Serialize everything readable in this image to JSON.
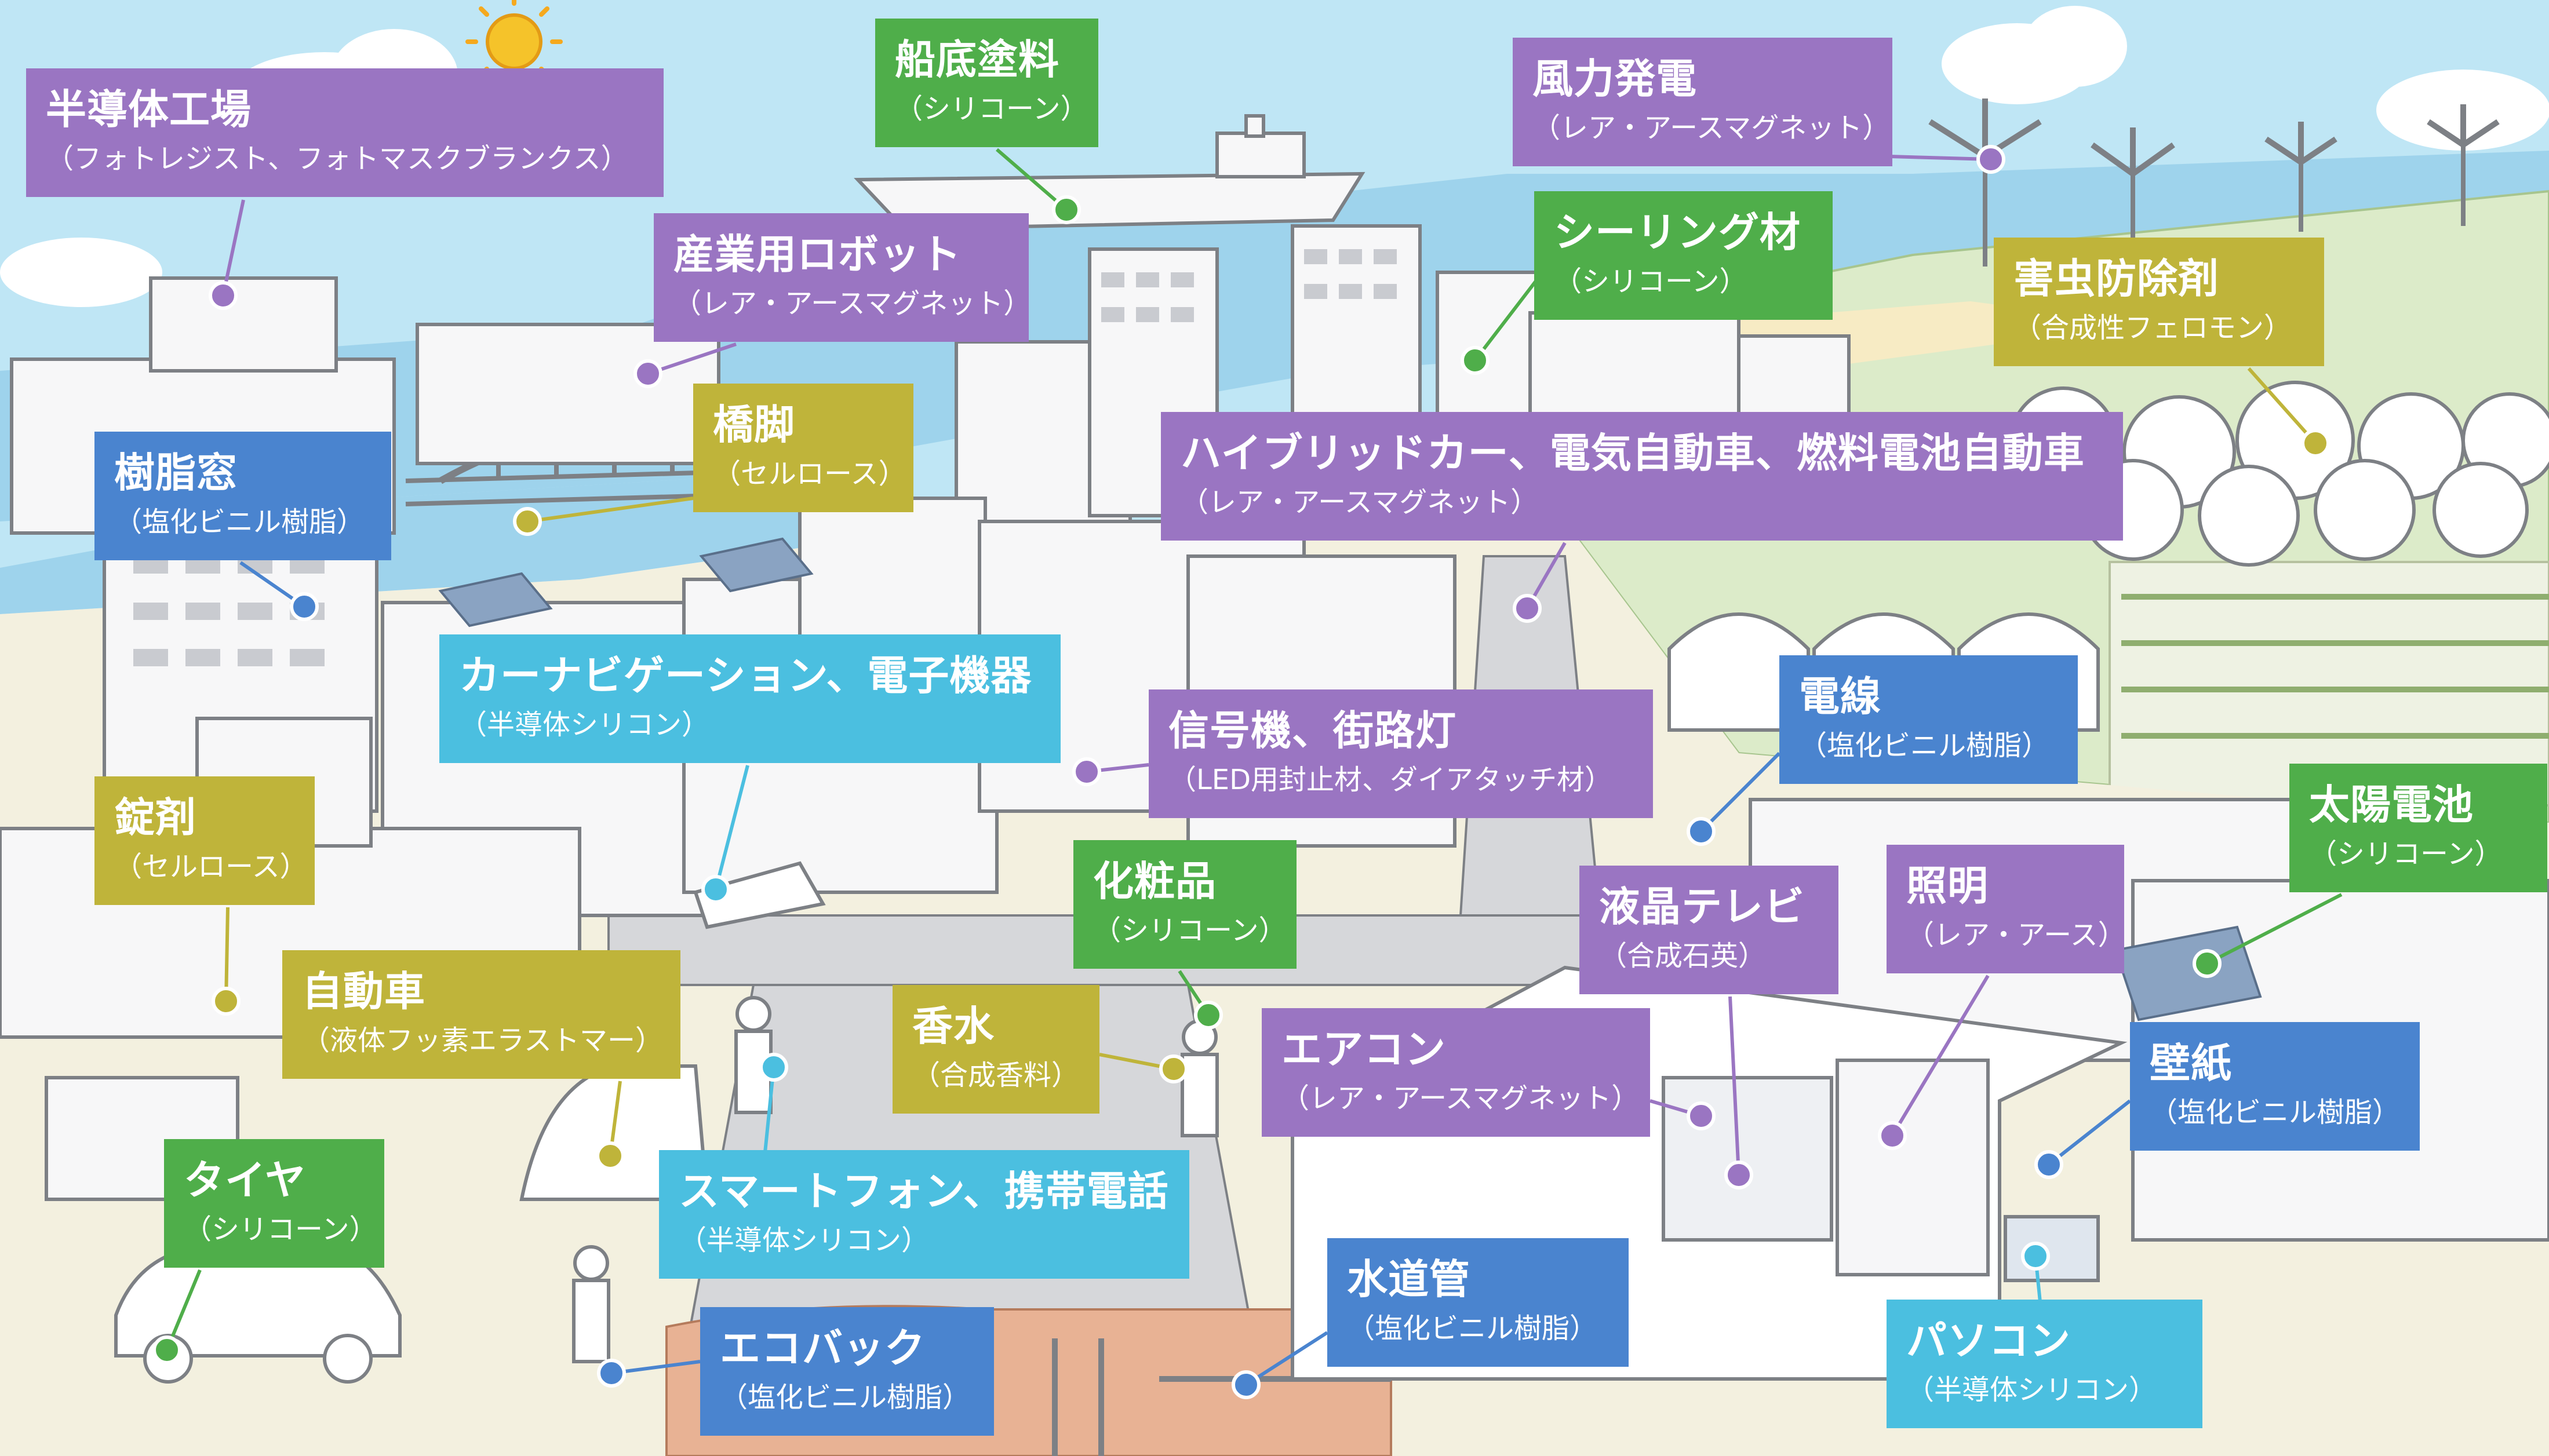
{
  "colors": {
    "sky": "#bfe6f5",
    "sea": "#9ed3ec",
    "ground": "#f3f0df",
    "sand": "#f7ebc4",
    "field": "#dcebc9",
    "road": "#d6d7da",
    "soil": "#e8b294",
    "building": "#f7f7f8",
    "outline": "#7d8085",
    "purple": "#9a75c2",
    "green": "#4fae4a",
    "olive": "#bfb43a",
    "blue": "#4a84cf",
    "cyan": "#4bbfe0",
    "sun": "#f5c32a"
  },
  "callouts": [
    {
      "id": "semiconductor-factory",
      "title": "半導体工場",
      "sub": "（フォトレジスト、フォトマスクブランクス）",
      "color": "purple"
    },
    {
      "id": "ship-bottom-paint",
      "title": "船底塗料",
      "sub": "（シリコーン）",
      "color": "green"
    },
    {
      "id": "wind-power",
      "title": "風力発電",
      "sub": "（レア・アースマグネット）",
      "color": "purple"
    },
    {
      "id": "industrial-robot",
      "title": "産業用ロボット",
      "sub": "（レア・アースマグネット）",
      "color": "purple"
    },
    {
      "id": "sealing-material",
      "title": "シーリング材",
      "sub": "（シリコーン）",
      "color": "green"
    },
    {
      "id": "pesticide",
      "title": "害虫防除剤",
      "sub": "（合成性フェロモン）",
      "color": "olive"
    },
    {
      "id": "bridge-pier",
      "title": "橋脚",
      "sub": "（セルロース）",
      "color": "olive"
    },
    {
      "id": "resin-window",
      "title": "樹脂窓",
      "sub": "（塩化ビニル樹脂）",
      "color": "blue"
    },
    {
      "id": "hybrid-car",
      "title": "ハイブリッドカー、電気自動車、燃料電池自動車",
      "sub": "（レア・アースマグネット）",
      "color": "purple"
    },
    {
      "id": "car-navigation",
      "title": "カーナビゲーション、電子機器",
      "sub": "（半導体シリコン）",
      "color": "cyan"
    },
    {
      "id": "traffic-signal",
      "title": "信号機、街路灯",
      "sub": "（LED用封止材、ダイアタッチ材）",
      "color": "purple"
    },
    {
      "id": "electric-wire",
      "title": "電線",
      "sub": "（塩化ビニル樹脂）",
      "color": "blue"
    },
    {
      "id": "tablet",
      "title": "錠剤",
      "sub": "（セルロース）",
      "color": "olive"
    },
    {
      "id": "cosmetics",
      "title": "化粧品",
      "sub": "（シリコーン）",
      "color": "green"
    },
    {
      "id": "lcd-tv",
      "title": "液晶テレビ",
      "sub": "（合成石英）",
      "color": "purple"
    },
    {
      "id": "lighting",
      "title": "照明",
      "sub": "（レア・アース）",
      "color": "purple"
    },
    {
      "id": "solar-cell",
      "title": "太陽電池",
      "sub": "（シリコーン）",
      "color": "green"
    },
    {
      "id": "automobile",
      "title": "自動車",
      "sub": "（液体フッ素エラストマー）",
      "color": "olive"
    },
    {
      "id": "perfume",
      "title": "香水",
      "sub": "（合成香料）",
      "color": "olive"
    },
    {
      "id": "air-conditioner",
      "title": "エアコン",
      "sub": "（レア・アースマグネット）",
      "color": "purple"
    },
    {
      "id": "wallpaper",
      "title": "壁紙",
      "sub": "（塩化ビニル樹脂）",
      "color": "blue"
    },
    {
      "id": "tire",
      "title": "タイヤ",
      "sub": "（シリコーン）",
      "color": "green"
    },
    {
      "id": "smartphone",
      "title": "スマートフォン、携帯電話",
      "sub": "（半導体シリコン）",
      "color": "cyan"
    },
    {
      "id": "water-pipe",
      "title": "水道管",
      "sub": "（塩化ビニル樹脂）",
      "color": "blue"
    },
    {
      "id": "eco-bag",
      "title": "エコバック",
      "sub": "（塩化ビニル樹脂）",
      "color": "blue"
    },
    {
      "id": "personal-computer",
      "title": "パソコン",
      "sub": "（半導体シリコン）",
      "color": "cyan"
    }
  ]
}
